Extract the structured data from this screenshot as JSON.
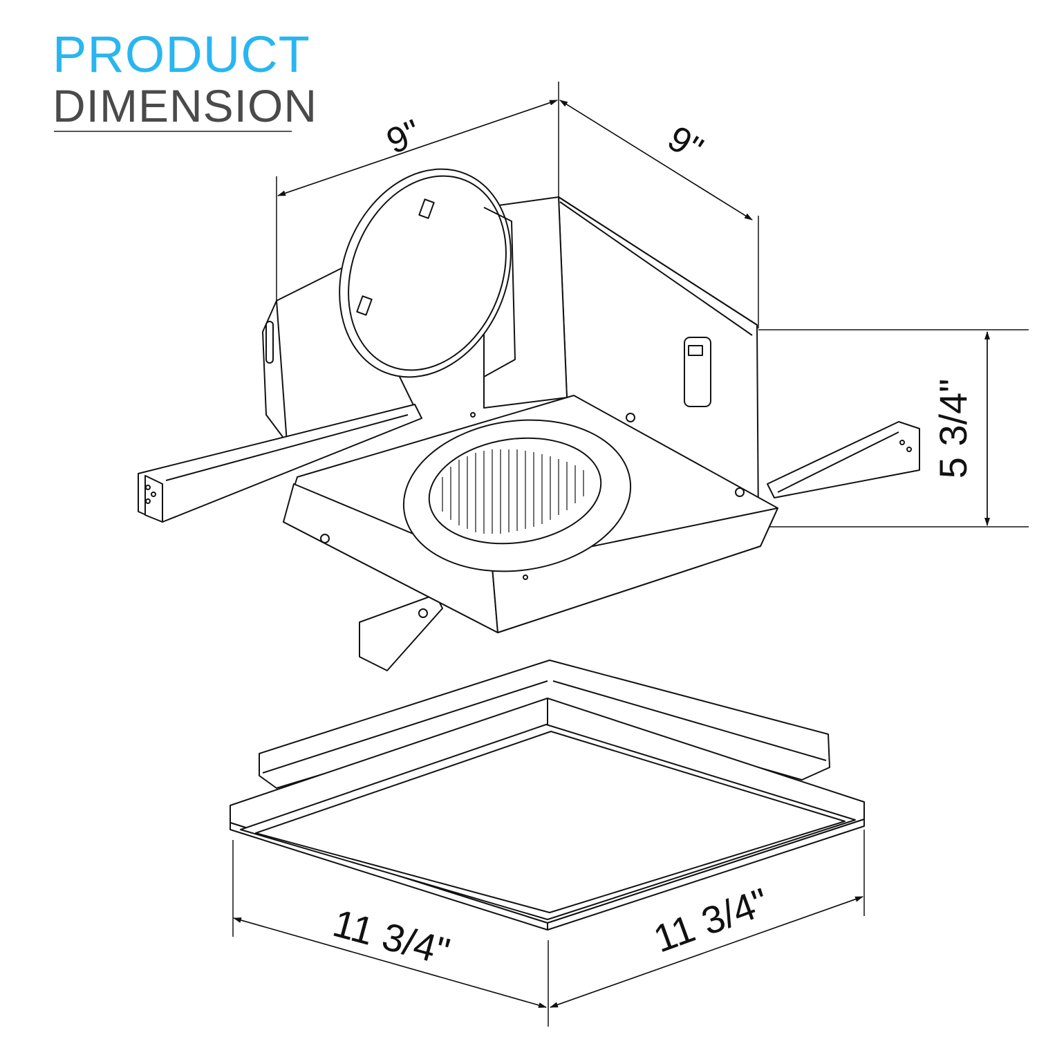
{
  "header": {
    "title_line1": "PRODUCT",
    "title_line2": "DIMENSION",
    "accent_color": "#29b6f0",
    "secondary_color": "#4a4a4a"
  },
  "fan_housing": {
    "width_label": "9\"",
    "depth_label": "9\"",
    "height_label": "5 3/4\""
  },
  "grille": {
    "width_label": "11 3/4\"",
    "depth_label": "11 3/4\""
  }
}
